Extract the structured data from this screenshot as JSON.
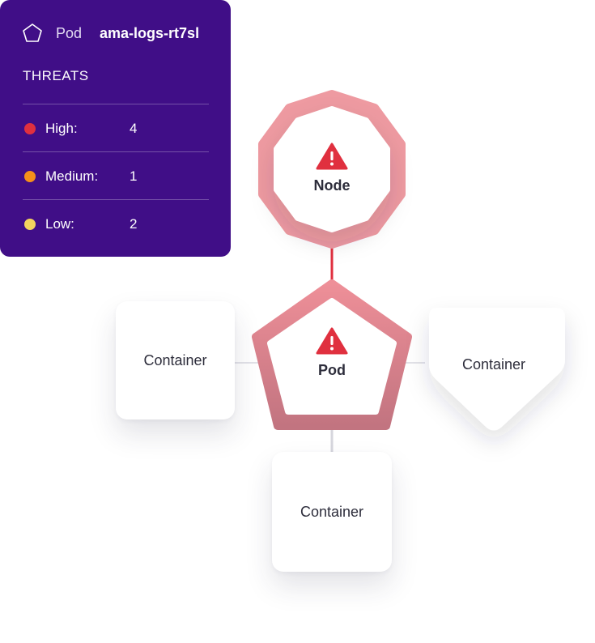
{
  "card": {
    "type_label": "Pod",
    "name": "ama-logs-rt7sl",
    "section_title": "THREATS",
    "threats": [
      {
        "label": "High:",
        "count": "4",
        "color": "#e0303f"
      },
      {
        "label": "Medium:",
        "count": "1",
        "color": "#f5901a"
      },
      {
        "label": "Low:",
        "count": "2",
        "color": "#f4d35e"
      }
    ]
  },
  "diagram": {
    "node_label": "Node",
    "pod_label": "Pod",
    "containers": {
      "left": "Container",
      "right": "Container",
      "bottom": "Container"
    },
    "colors": {
      "threat_ring": "#ee8f98",
      "threat_ring_dark": "#c9747f",
      "alert_red": "#e0303f",
      "link_line": "#d9d9df",
      "card_bg": "#400e87"
    },
    "icons": {
      "node_alert": "warning-triangle-icon",
      "pod_alert": "warning-triangle-icon",
      "card_type": "pentagon-icon"
    }
  }
}
